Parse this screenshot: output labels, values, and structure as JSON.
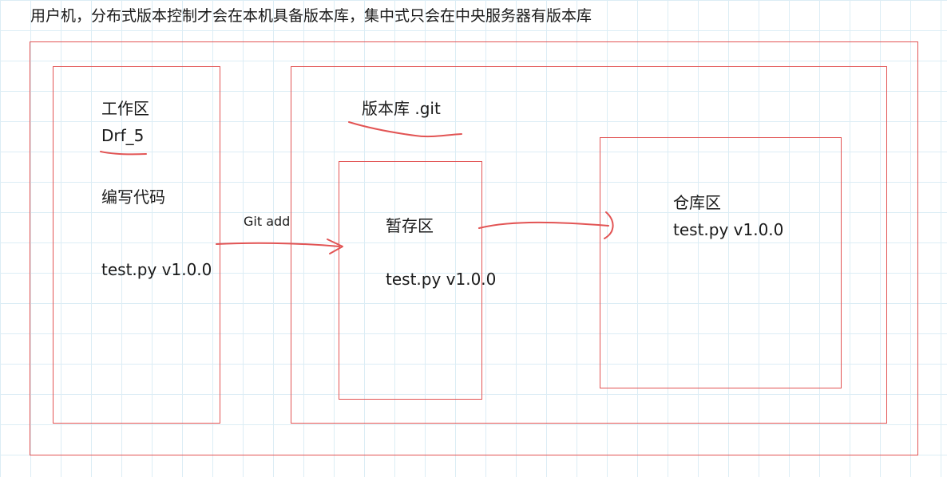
{
  "title": "用户机，分布式版本控制才会在本机具备版本库，集中式只会在中央服务器有版本库",
  "workspace": {
    "label": "工作区",
    "folder": "Drf_5",
    "action": "编写代码",
    "file": "test.py v1.0.0"
  },
  "repository": {
    "label": "版本库 .git",
    "staging": {
      "label": "暂存区",
      "file": "test.py v1.0.0"
    },
    "warehouse": {
      "label": "仓库区",
      "file": "test.py v1.0.0"
    }
  },
  "arrows": {
    "add_label": "Git add"
  },
  "colors": {
    "stroke": "#e25454",
    "grid": "#dcedf5",
    "text": "#1a1a1a"
  }
}
